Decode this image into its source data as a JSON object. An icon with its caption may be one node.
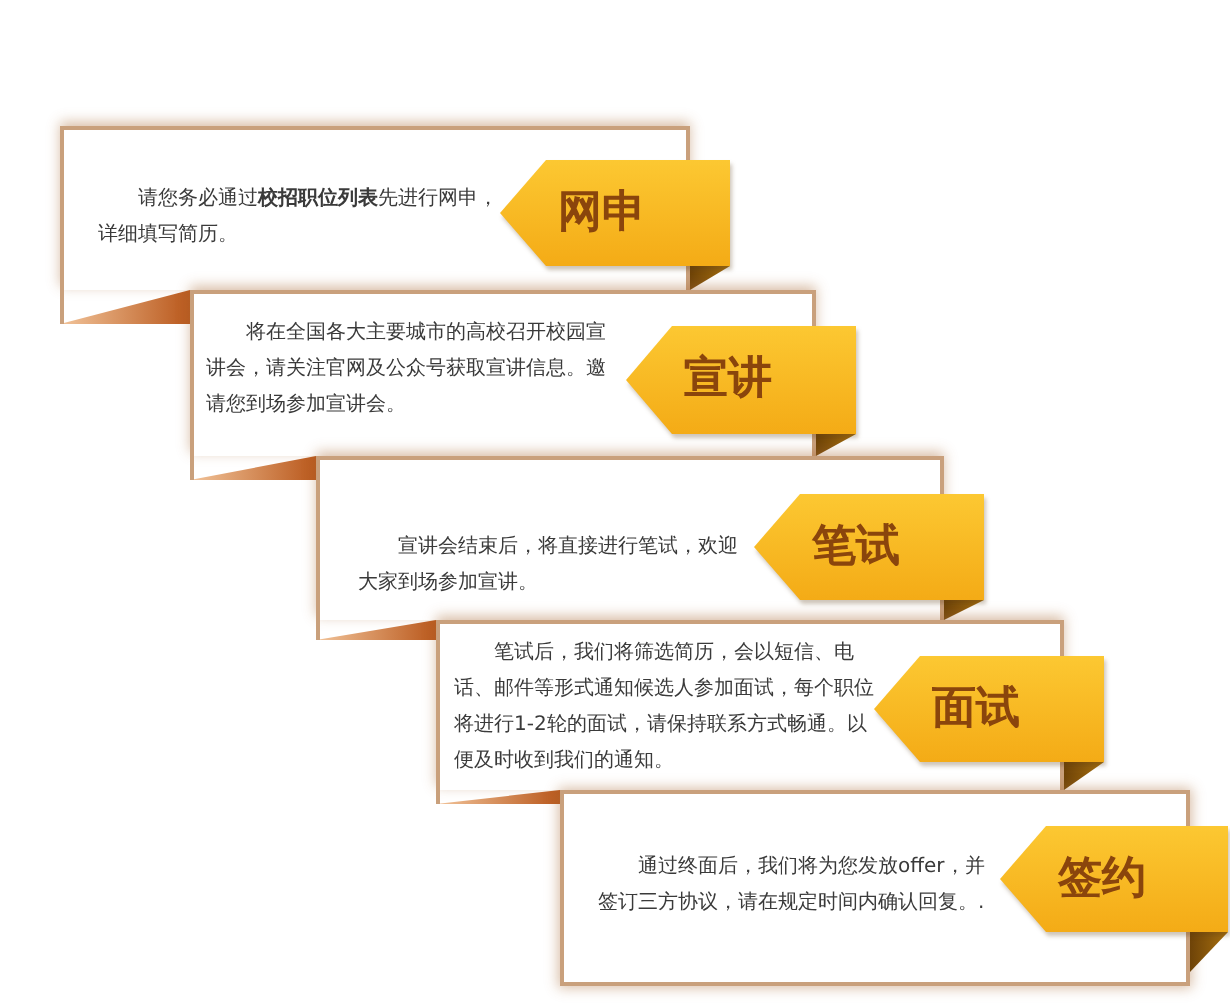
{
  "diagram": {
    "nodes": [
      {
        "text": [
          "请您务必通过**校招职位列表**先进行网申，详细填写简历。"
        ]
      },
      {
        "text": [
          "网申"
        ]
      },
      {
        "text": [
          "将在全国各大主要城市的高校召开校园宣讲会，请关注官网及公众号获取宣讲信息。邀请您到场参加宣讲会。"
        ]
      },
      {
        "text": [
          "宣讲"
        ]
      },
      {
        "text": [
          "宣讲会结束后，将直接进行笔试，欢迎大家到场参加宣讲。"
        ]
      },
      {
        "text": [
          "笔试"
        ]
      },
      {
        "text": [
          "笔试后，我们将筛选简历，会以短信、电话、邮件等形式通知候选人参加面试，每个职位将进行1-2轮的面试，请保持联系方式畅通。以便及时收到我们的通知。"
        ]
      },
      {
        "text": [
          "面试"
        ]
      },
      {
        "text": [
          "通过终面后，我们将为您发放offer，并签订三方协议，请在规定时间内确认回复。."
        ]
      },
      {
        "text": [
          "签约"
        ]
      }
    ]
  }
}
